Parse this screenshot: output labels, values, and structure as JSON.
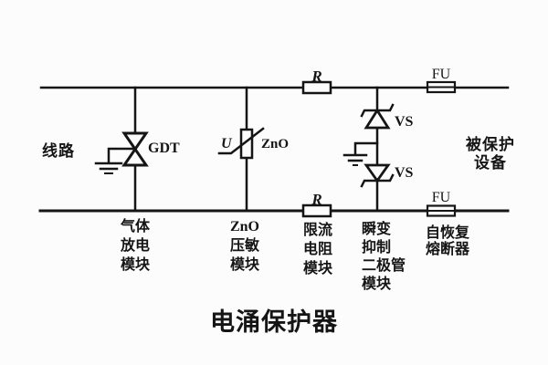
{
  "colors": {
    "ink": "#151515",
    "background": "#fcfcfc"
  },
  "diagram": {
    "title": "电涌保护器",
    "left_label": "线路",
    "right_label_lines": [
      "被保护",
      "设备"
    ],
    "components": {
      "gdt_label": "GDT",
      "voltage_label": "U",
      "varistor_label": "ZnO",
      "resistor_top_label": "R",
      "resistor_bottom_label": "R",
      "fuse_top_label": "FU",
      "fuse_bottom_label": "FU",
      "tvs_top_label": "VS",
      "tvs_bottom_label": "VS"
    },
    "modules": [
      {
        "name": "gas-discharge-module",
        "lines": [
          "气体",
          "放电",
          "模块"
        ]
      },
      {
        "name": "zno-varistor-module",
        "lines": [
          "ZnO",
          "压敏",
          "模块"
        ]
      },
      {
        "name": "current-limiting-resistor-module",
        "lines": [
          "限流",
          "电阻",
          "模块"
        ]
      },
      {
        "name": "tvs-diode-module",
        "lines": [
          "瞬变",
          "抑制",
          "二极管",
          "模块"
        ]
      },
      {
        "name": "self-resetting-fuse",
        "lines": [
          "自恢复",
          "熔断器"
        ]
      }
    ]
  }
}
